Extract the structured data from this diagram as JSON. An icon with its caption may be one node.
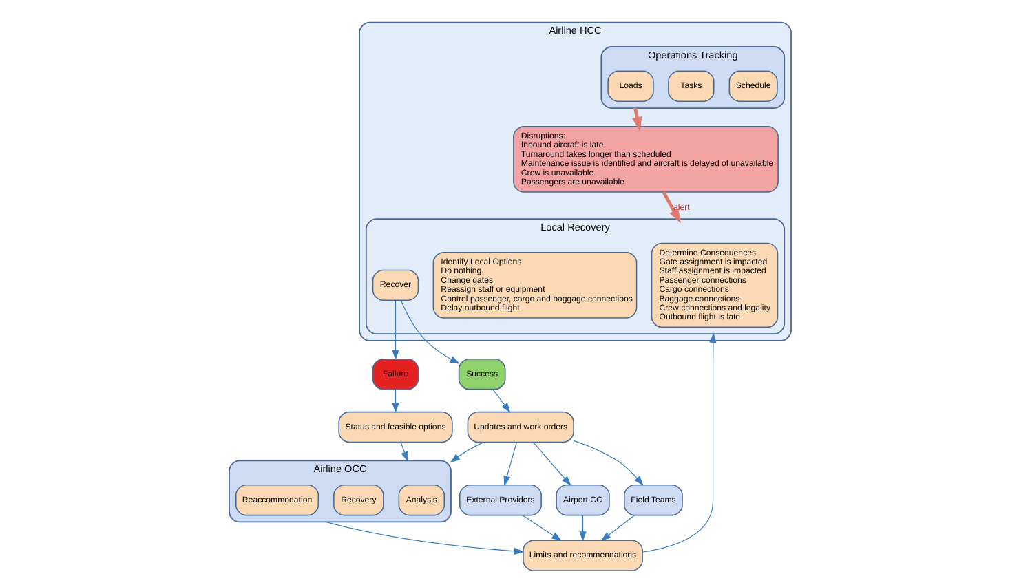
{
  "diagram": {
    "nodes": [
      {
        "text": [
          "Airline HCC"
        ]
      },
      {
        "text": [
          "Operations Tracking"
        ],
        "in": 0
      },
      {
        "text": [
          "Schedule"
        ],
        "in": 1
      },
      {
        "text": [
          "Tasks"
        ],
        "in": 1
      },
      {
        "text": [
          "Loads"
        ],
        "in": 1
      },
      {
        "text": [
          "Disruptions:",
          "Inbound aircraft is late",
          "Turnaround takes longer than scheduled",
          "Maintenance issue is identified and aircraft is delayed of unavailable",
          "Crew is unavailable",
          "Passengers are unavailable"
        ],
        "in": 0
      },
      {
        "text": [
          "Local Recovery"
        ],
        "in": 0
      },
      {
        "text": [
          "Determine Consequences",
          "Gate assignment is impacted",
          "Staff assignment is impacted",
          "Passenger connections",
          "Cargo connections",
          "Baggage connections",
          "Crew connections and legality",
          "Outbound flight is late"
        ],
        "in": 6
      },
      {
        "text": [
          "Identify Local Options",
          "Do nothing",
          "Change gates",
          "Reassign staff or equipment",
          "Control passenger, cargo and baggage connections",
          "Delay outbound flight"
        ],
        "in": 6
      },
      {
        "text": [
          "Recover"
        ],
        "in": 6
      },
      {
        "text": [
          "External Providers"
        ]
      },
      {
        "text": [
          "Airport CC"
        ]
      },
      {
        "text": [
          "Field Teams"
        ]
      },
      {
        "text": [
          "Airline OCC"
        ]
      },
      {
        "text": [
          "Analysis"
        ],
        "in": 13
      },
      {
        "text": [
          "Recovery"
        ],
        "in": 13
      },
      {
        "text": [
          "Reaccommodation"
        ],
        "in": 13
      },
      {
        "text": [
          "Status and feasible options"
        ]
      },
      {
        "text": [
          "Limits and recommendations"
        ]
      },
      {
        "text": [
          "Updates and work orders"
        ]
      },
      {
        "text": [
          "Failure"
        ]
      },
      {
        "text": [
          "Success"
        ]
      }
    ],
    "edges": [
      {
        "from": 1,
        "to": 5,
        "arrow": "to",
        "style": "thick",
        "color": "#e07a6e"
      },
      {
        "from": 5,
        "to": 6,
        "arrow": "to",
        "label": "alert",
        "style": "thick",
        "color": "#e07a6e"
      },
      {
        "from": 9,
        "to": 21,
        "arrow": "to"
      },
      {
        "from": 9,
        "to": 20,
        "arrow": "to"
      },
      {
        "from": 20,
        "to": 17,
        "arrow": "to"
      },
      {
        "from": 17,
        "to": 13,
        "arrow": "to"
      },
      {
        "from": 21,
        "to": 19,
        "arrow": "to"
      },
      {
        "from": 19,
        "to": 10,
        "arrow": "to"
      },
      {
        "from": 19,
        "to": 11,
        "arrow": "to"
      },
      {
        "from": 19,
        "to": 12,
        "arrow": "to"
      },
      {
        "from": 19,
        "to": 13,
        "arrow": "to"
      },
      {
        "from": 10,
        "to": 18,
        "arrow": "to"
      },
      {
        "from": 11,
        "to": 18,
        "arrow": "to"
      },
      {
        "from": 12,
        "to": 18,
        "arrow": "to"
      },
      {
        "from": 13,
        "to": 18,
        "arrow": "to"
      },
      {
        "from": 18,
        "to": 6,
        "arrow": "to"
      }
    ]
  }
}
